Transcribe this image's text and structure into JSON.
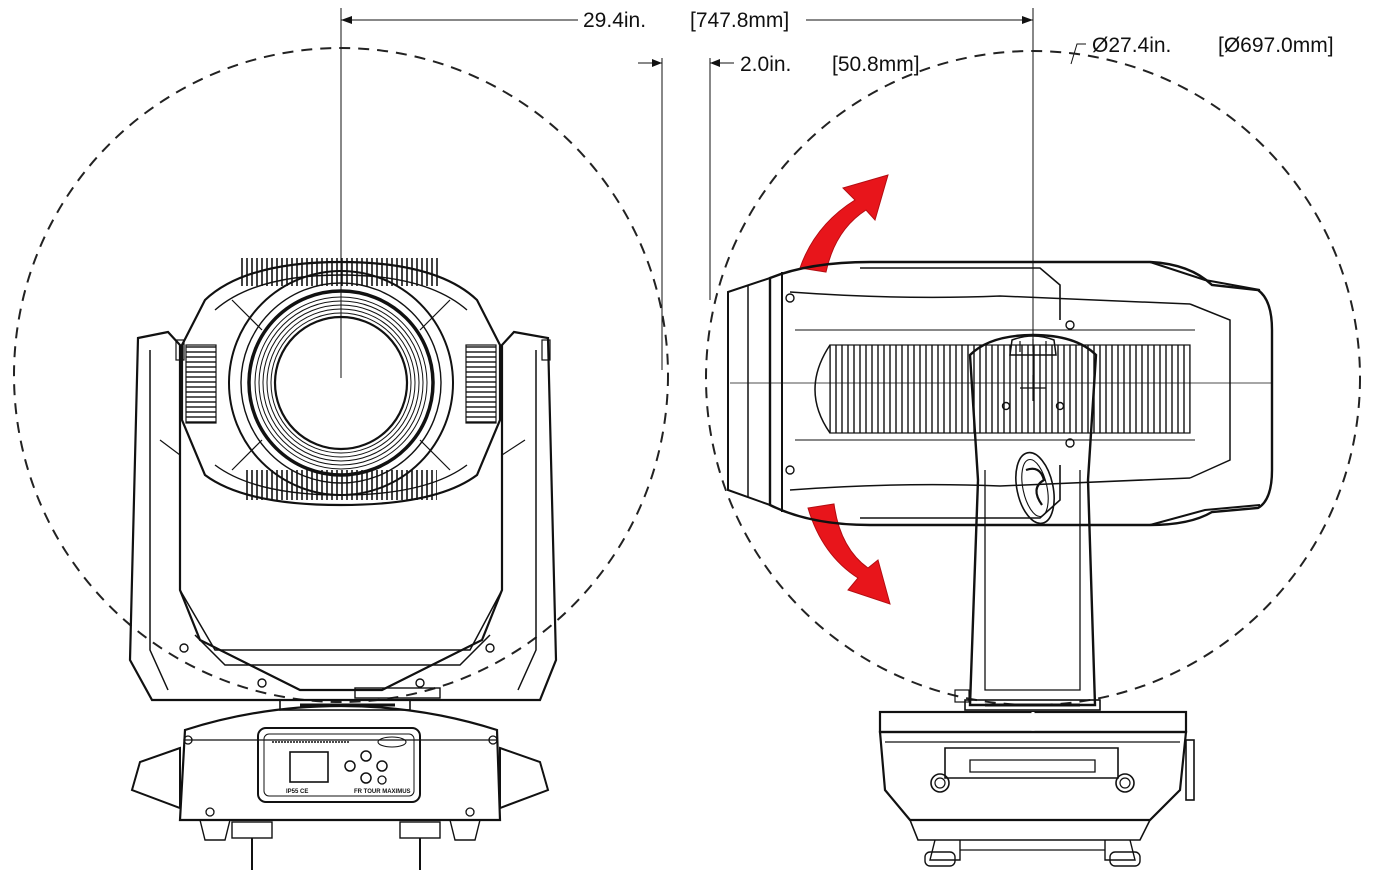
{
  "dimensions": {
    "width_in": "29.4in.",
    "width_mm": "[747.8mm]",
    "offset_in": "2.0in.",
    "offset_mm": "[50.8mm]",
    "diameter_in": "Ø27.4in.",
    "diameter_mm": "[Ø697.0mm]"
  },
  "fixture": {
    "panel_label": "IP55 CE",
    "model_label": "FR TOUR MAXIMUS"
  },
  "colors": {
    "line": "#111111",
    "arrow": "#e8151b",
    "dash": "#222222"
  }
}
